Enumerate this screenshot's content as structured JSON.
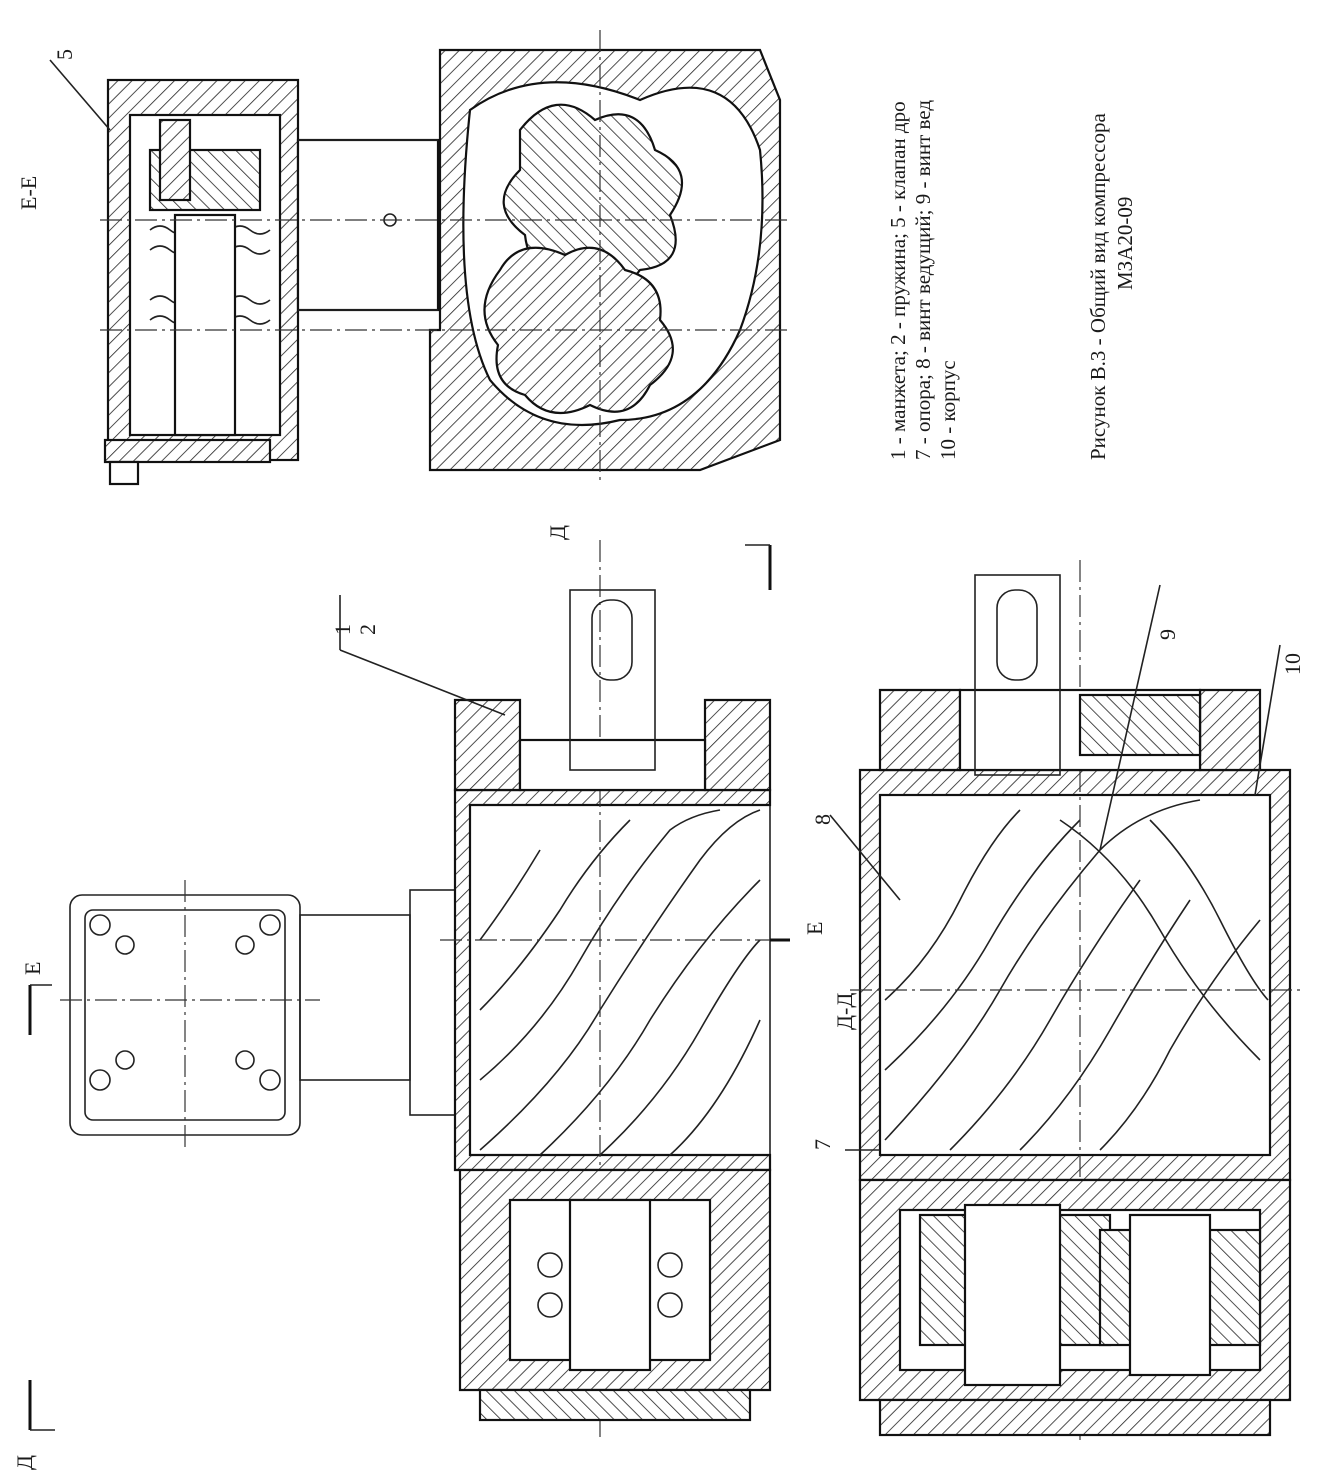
{
  "labels": {
    "section_top": "Е-Е",
    "part_5": "5",
    "part_1": "1",
    "part_2": "2",
    "part_7": "7",
    "part_8": "8",
    "part_9": "9",
    "part_10": "10",
    "mark_e_top": "Е",
    "mark_e_mid": "Е",
    "mark_d_right": "Д",
    "mark_d_left": "Д",
    "section_dd": "Д-Д"
  },
  "legend": {
    "line1": "1 - манжета; 2 - пружина; 5 - клапан дро",
    "line2": "7 - опора; 8 - винт ведущий; 9 - винт вед",
    "line3": "10 - корпус"
  },
  "caption": {
    "line1": "Рисунок В.3 - Общий вид компрессора",
    "line2": "МЗА20-09"
  }
}
